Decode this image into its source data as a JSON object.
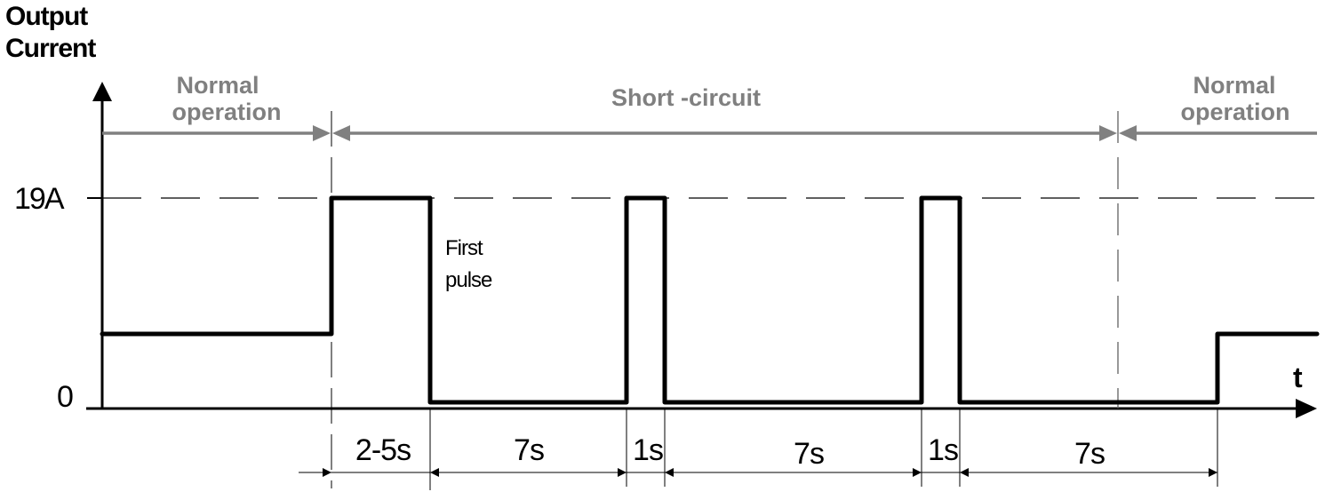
{
  "diagram": {
    "y_axis_label_line1": "Output",
    "y_axis_label_line2": "Current",
    "x_axis_label": "t",
    "y_ticks": [
      "19A",
      "0"
    ],
    "phases": [
      {
        "line1": "Normal",
        "line2": "operation"
      },
      {
        "line1": "Short -circuit",
        "line2": ""
      },
      {
        "line1": "Normal",
        "line2": "operation"
      }
    ],
    "annotation_line1": "First",
    "annotation_line2": "pulse",
    "durations": [
      "2-5s",
      "7s",
      "1s",
      "7s",
      "1s",
      "7s"
    ],
    "colors": {
      "waveform": "#000000",
      "phase_arrows": "#808080",
      "guides": "#000000"
    }
  },
  "chart_data": {
    "type": "line",
    "title": "",
    "xlabel": "t",
    "ylabel": "Output Current",
    "y_ticks": [
      "0",
      "19A"
    ],
    "description": "Hiccup-mode short-circuit protection timing: normal load current, then during short-circuit a first pulse of 19A lasting 2-5s, followed by repeated 7s off / 1s on (19A) pulses, returning to normal operation after short-circuit is removed.",
    "segments": [
      {
        "phase": "Normal operation",
        "level": "normal (~6A)",
        "duration": ""
      },
      {
        "phase": "Short-circuit",
        "level": "19A",
        "duration": "2-5s",
        "note": "First pulse"
      },
      {
        "phase": "Short-circuit",
        "level": "0",
        "duration": "7s"
      },
      {
        "phase": "Short-circuit",
        "level": "19A",
        "duration": "1s"
      },
      {
        "phase": "Short-circuit",
        "level": "0",
        "duration": "7s"
      },
      {
        "phase": "Short-circuit",
        "level": "19A",
        "duration": "1s"
      },
      {
        "phase": "Short-circuit / Normal operation",
        "level": "0",
        "duration": "7s"
      },
      {
        "phase": "Normal operation",
        "level": "normal (~6A)",
        "duration": ""
      }
    ],
    "legend": []
  }
}
